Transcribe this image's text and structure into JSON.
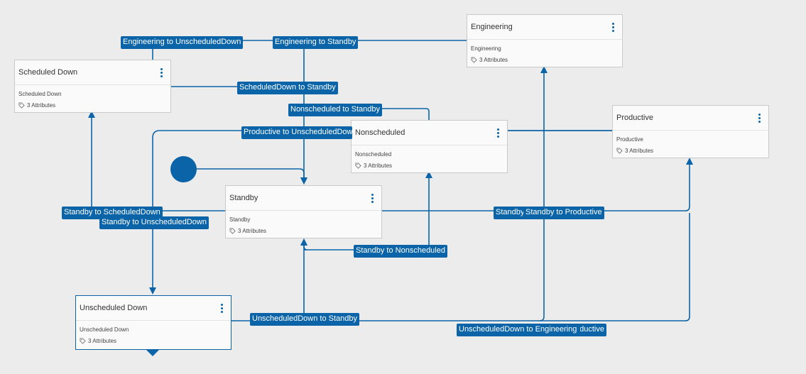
{
  "colors": {
    "accent": "#0b64a8",
    "canvas": "#ececec",
    "node_bg": "#fafafa"
  },
  "nodes": {
    "engineering": {
      "title": "Engineering",
      "subtitle": "Engineering",
      "attributes": "3 Attributes"
    },
    "scheduled_down": {
      "title": "Scheduled Down",
      "subtitle": "Scheduled Down",
      "attributes": "3 Attributes"
    },
    "productive": {
      "title": "Productive",
      "subtitle": "Productive",
      "attributes": "3 Attributes"
    },
    "nonscheduled": {
      "title": "Nonscheduled",
      "subtitle": "Nonscheduled",
      "attributes": "3 Attributes"
    },
    "standby": {
      "title": "Standby",
      "subtitle": "Standby",
      "attributes": "3 Attributes"
    },
    "unscheduled_down": {
      "title": "Unscheduled Down",
      "subtitle": "Unscheduled Down",
      "attributes": "3 Attributes"
    }
  },
  "transitions": {
    "eng_to_unsched": "Engineering to UnscheduledDown",
    "eng_to_standby": "Engineering to Standby",
    "sched_to_standby": "ScheduledDown to Standby",
    "nonsched_to_standby": "Nonscheduled to Standby",
    "prod_to_unsched": "Productive to UnscheduledDow",
    "standby_to_sched": "Standby to ScheduledDown",
    "standby_to_unsched": "Standby to UnscheduledDown",
    "standby_to_prod": "Standby to Productive",
    "standby_prefix": "Standby",
    "standby_to_nonsched": "Standby to Nonscheduled",
    "unsched_to_standby": "UnscheduledDown to Standby",
    "unsched_to_eng": "UnscheduledDown to Engineering",
    "unsched_to_prod_tail": "ductive"
  }
}
